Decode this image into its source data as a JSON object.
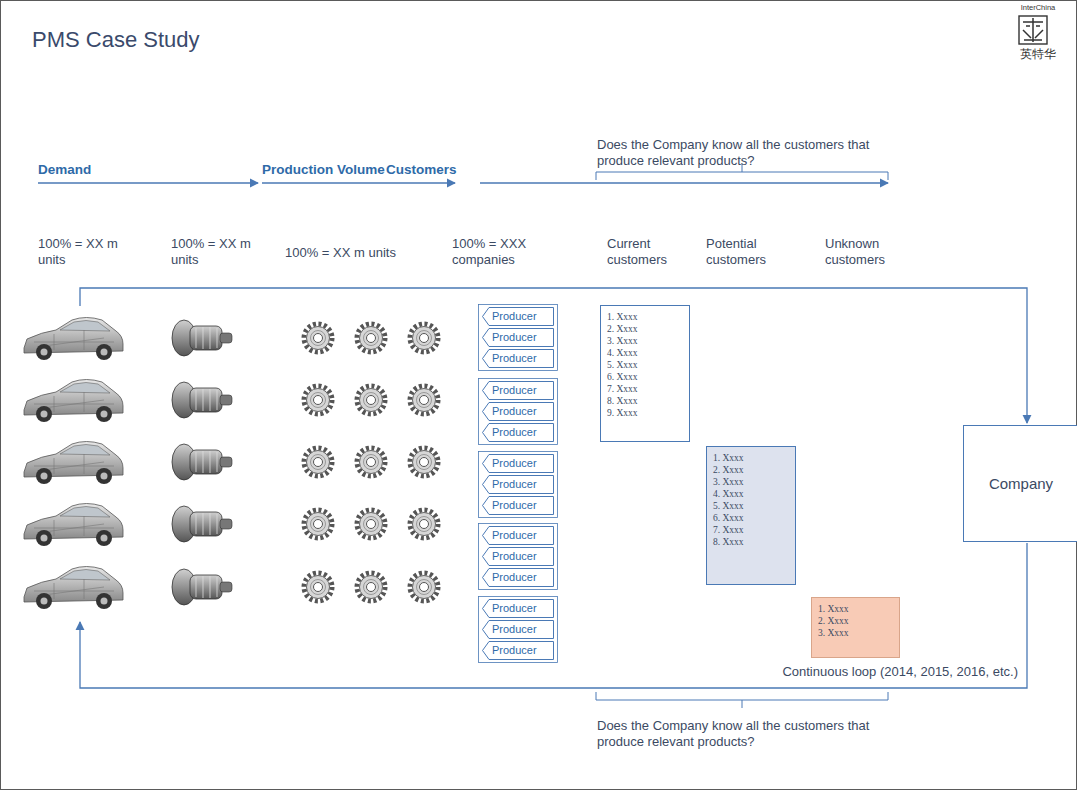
{
  "diagram": {
    "title": "PMS Case Study",
    "nodes": [
      {
        "text": [
          "Producer"
        ]
      },
      {
        "text": [
          "Producer"
        ]
      },
      {
        "text": [
          "Producer"
        ]
      },
      {
        "text": [
          "Producer"
        ]
      },
      {
        "text": [
          "Producer"
        ]
      },
      {
        "text": [
          "Producer"
        ]
      },
      {
        "text": [
          "Producer"
        ]
      },
      {
        "text": [
          "Producer"
        ]
      },
      {
        "text": [
          "Producer"
        ]
      },
      {
        "text": [
          "Producer"
        ]
      },
      {
        "text": [
          "Producer"
        ]
      },
      {
        "text": [
          "Producer"
        ]
      },
      {
        "text": [
          "Producer"
        ]
      },
      {
        "text": [
          "Producer"
        ]
      },
      {
        "text": [
          "Producer"
        ]
      },
      {
        "text": [
          "1. Xxxx",
          "2. Xxxx",
          "3. Xxxx",
          "4. Xxxx",
          "5. Xxxx",
          "6. Xxxx",
          "7. Xxxx",
          "8. Xxxx",
          "9. Xxxx"
        ]
      },
      {
        "text": [
          "1. Xxxx",
          "2. Xxxx",
          "3. Xxxx",
          "4. Xxxx",
          "5. Xxxx",
          "6. Xxxx",
          "7. Xxxx",
          "8. Xxxx"
        ]
      },
      {
        "text": [
          "1. Xxxx",
          "2. Xxxx",
          "3. Xxxx"
        ]
      },
      {
        "text": [
          "Company"
        ]
      }
    ],
    "labels": [
      "InterChina",
      "英特华",
      "Demand",
      "Production Volume",
      "Customers",
      "100% = XX m units",
      "100% = XX m units",
      "100% = XX m units",
      "100% = XXX companies",
      "Current customers",
      "Potential customers",
      "Unknown customers",
      "Does the Company know all the customers that produce relevant products?",
      "Continuous loop (2014, 2015, 2016, etc.)",
      "Does the Company know all the customers that produce relevant products?"
    ]
  }
}
